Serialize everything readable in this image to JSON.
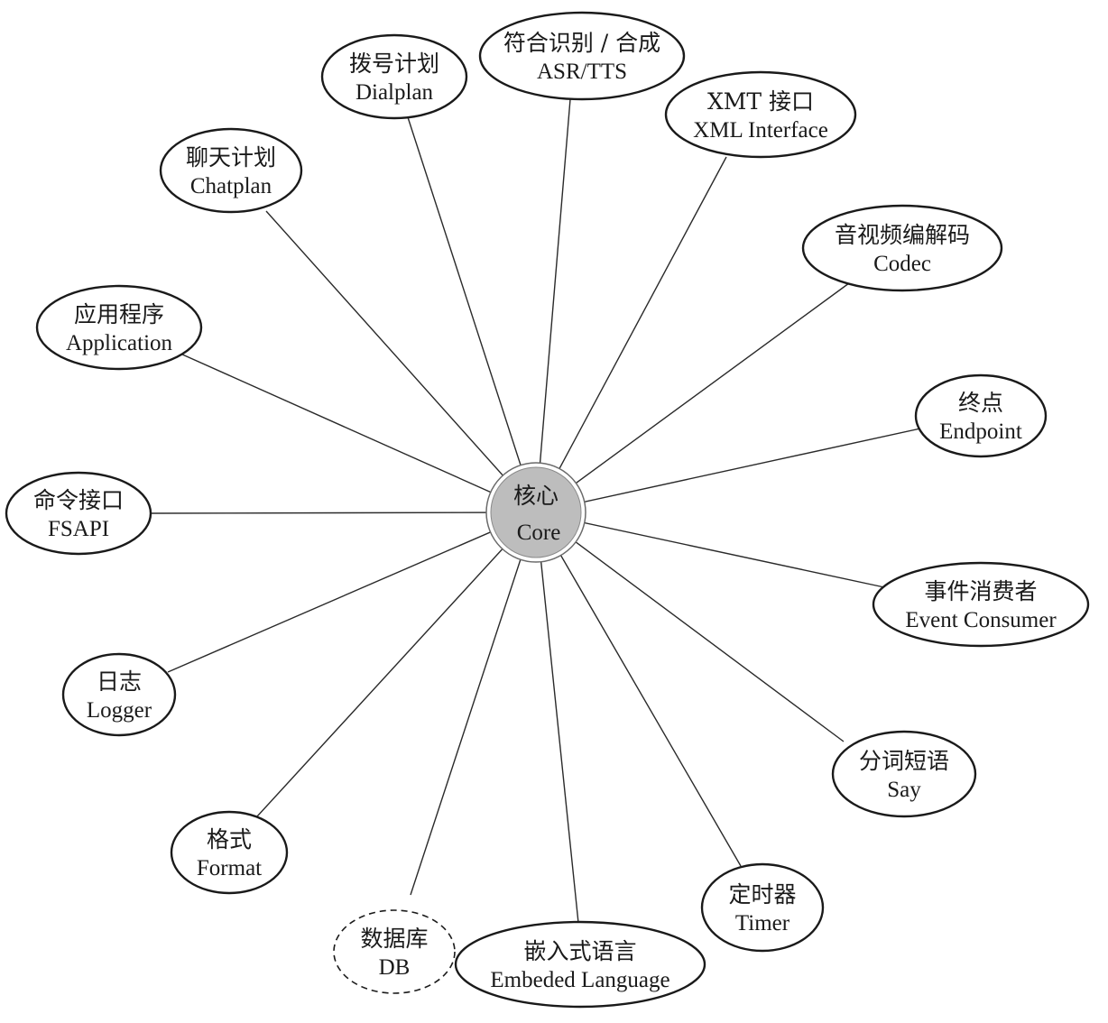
{
  "core": {
    "zh": "核心",
    "en": "Core"
  },
  "nodes": [
    {
      "id": "dialplan",
      "zh": "拨号计划",
      "en": "Dialplan",
      "border": "solid"
    },
    {
      "id": "asr-tts",
      "zh": "符合识别 / 合成",
      "en": "ASR/TTS",
      "border": "solid"
    },
    {
      "id": "xml-interface",
      "zh": "XMT 接口",
      "en": "XML Interface",
      "border": "solid"
    },
    {
      "id": "chatplan",
      "zh": "聊天计划",
      "en": "Chatplan",
      "border": "solid"
    },
    {
      "id": "codec",
      "zh": "音视频编解码",
      "en": "Codec",
      "border": "solid"
    },
    {
      "id": "application",
      "zh": "应用程序",
      "en": "Application",
      "border": "solid"
    },
    {
      "id": "endpoint",
      "zh": "终点",
      "en": "Endpoint",
      "border": "solid"
    },
    {
      "id": "fsapi",
      "zh": "命令接口",
      "en": "FSAPI",
      "border": "solid"
    },
    {
      "id": "event-consumer",
      "zh": "事件消费者",
      "en": "Event Consumer",
      "border": "solid"
    },
    {
      "id": "logger",
      "zh": "日志",
      "en": "Logger",
      "border": "solid"
    },
    {
      "id": "say",
      "zh": "分词短语",
      "en": "Say",
      "border": "solid"
    },
    {
      "id": "format",
      "zh": "格式",
      "en": "Format",
      "border": "solid"
    },
    {
      "id": "timer",
      "zh": "定时器",
      "en": "Timer",
      "border": "solid"
    },
    {
      "id": "db",
      "zh": "数据库",
      "en": "DB",
      "border": "dashed"
    },
    {
      "id": "embeded-language",
      "zh": "嵌入式语言",
      "en": "Embeded Language",
      "border": "solid"
    }
  ]
}
